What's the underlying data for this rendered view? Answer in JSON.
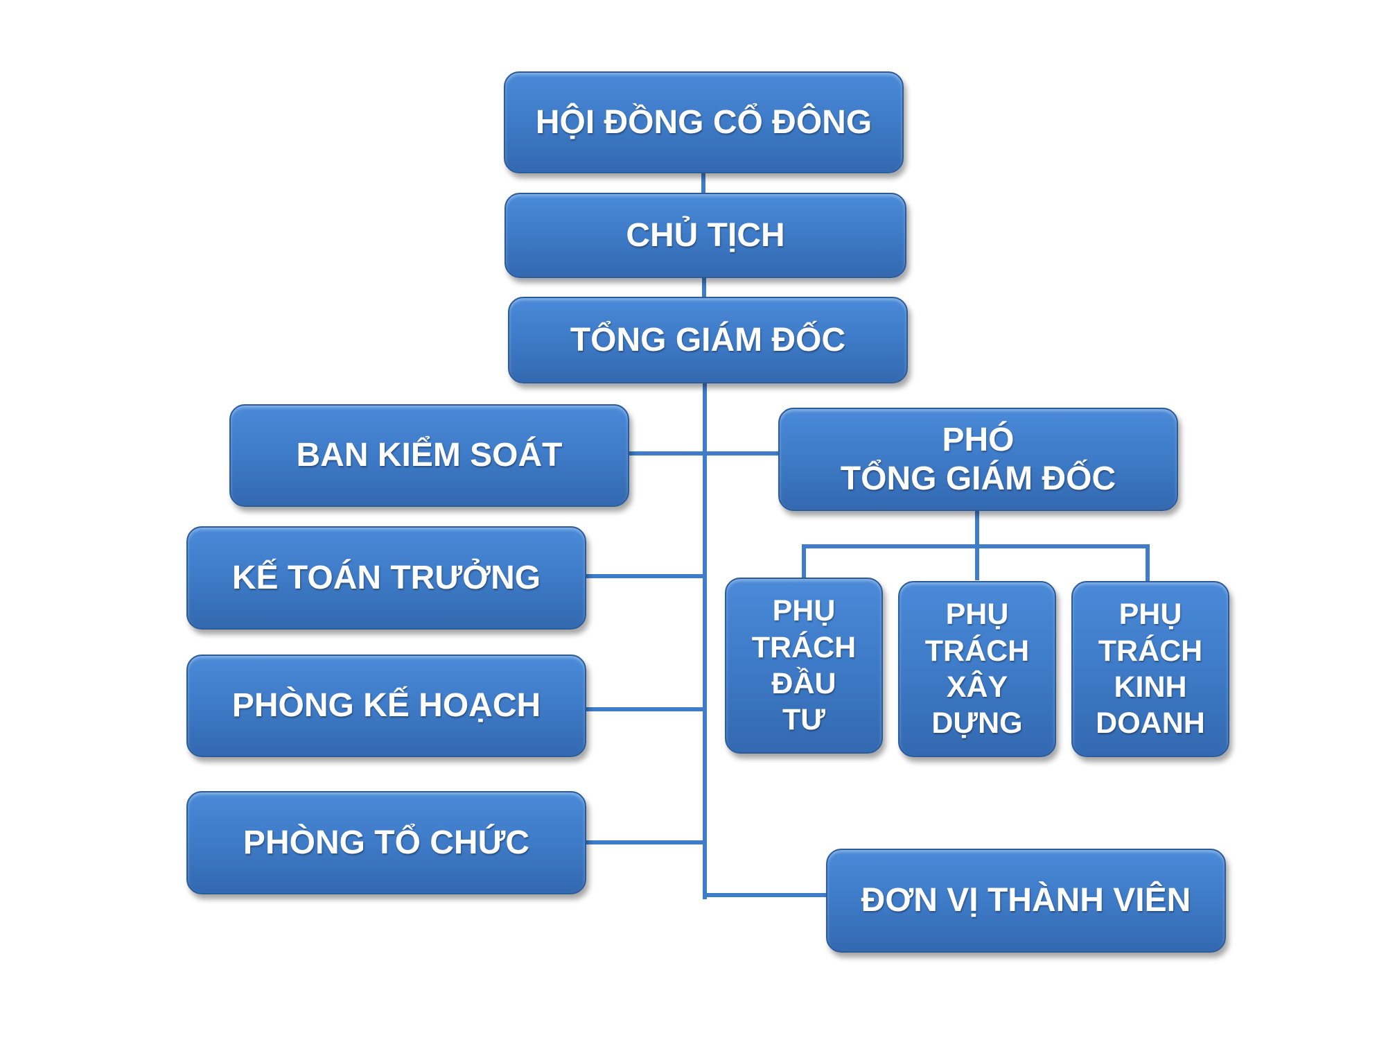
{
  "nodes": {
    "shareholders": "HỘI ĐỒNG CỔ ĐÔNG",
    "chairman": "CHỦ TỊCH",
    "ceo": "TỔNG GIÁM ĐỐC",
    "supervisory": "BAN KIỂM SOÁT",
    "deputy_ceo_line1": "PHÓ",
    "deputy_ceo_line2": "TỔNG GIÁM ĐỐC",
    "chief_accountant": "KẾ TOÁN TRƯỞNG",
    "planning": "PHÒNG KẾ HOẠCH",
    "organization": "PHÒNG TỔ CHỨC",
    "investment": [
      "PHỤ",
      "TRÁCH",
      "ĐẦU",
      "TƯ"
    ],
    "construction": [
      "PHỤ",
      "TRÁCH",
      "XÂY",
      "DỰNG"
    ],
    "business": [
      "PHỤ",
      "TRÁCH",
      "KINH",
      "DOANH"
    ],
    "members": "ĐƠN VỊ THÀNH VIÊN"
  }
}
